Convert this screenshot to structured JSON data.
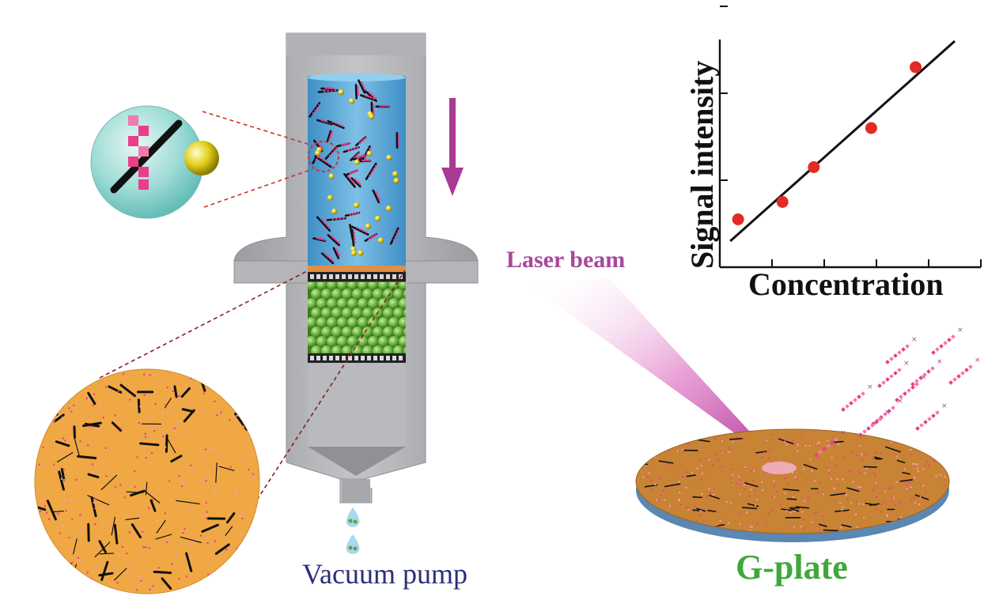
{
  "labels": {
    "vacuum_pump": "Vacuum pump",
    "laser_beam": "Laser beam",
    "g_plate": "G-plate"
  },
  "colors": {
    "column_gray": "#a9abae",
    "solution_blue": "#5aa5d4",
    "frit_orange": "#e08f45",
    "bead_green": "#6ab33f",
    "disc_orange": "#f0a844",
    "pink_tag": "#ea3e8b",
    "flow_arrow": "#a93a96",
    "data_point_red": "#e32b25",
    "gplate_green": "#3fa83a"
  },
  "chart_data": {
    "type": "scatter",
    "xlabel": "Concentration",
    "ylabel": "Signal intensity",
    "points": [
      {
        "x": 0.35,
        "y": 0.55
      },
      {
        "x": 1.2,
        "y": 0.75
      },
      {
        "x": 1.8,
        "y": 1.15
      },
      {
        "x": 2.9,
        "y": 1.6
      },
      {
        "x": 3.75,
        "y": 2.3
      }
    ],
    "fit_line": {
      "x": [
        0.2,
        4.5
      ],
      "y": [
        0.3,
        2.6
      ]
    },
    "xlim": [
      0,
      5
    ],
    "ylim": [
      0,
      3
    ],
    "x_ticks": [
      1,
      2,
      3,
      4,
      5
    ],
    "y_ticks": [
      1,
      2,
      3
    ],
    "grid": false,
    "tick_labels_shown": false
  }
}
